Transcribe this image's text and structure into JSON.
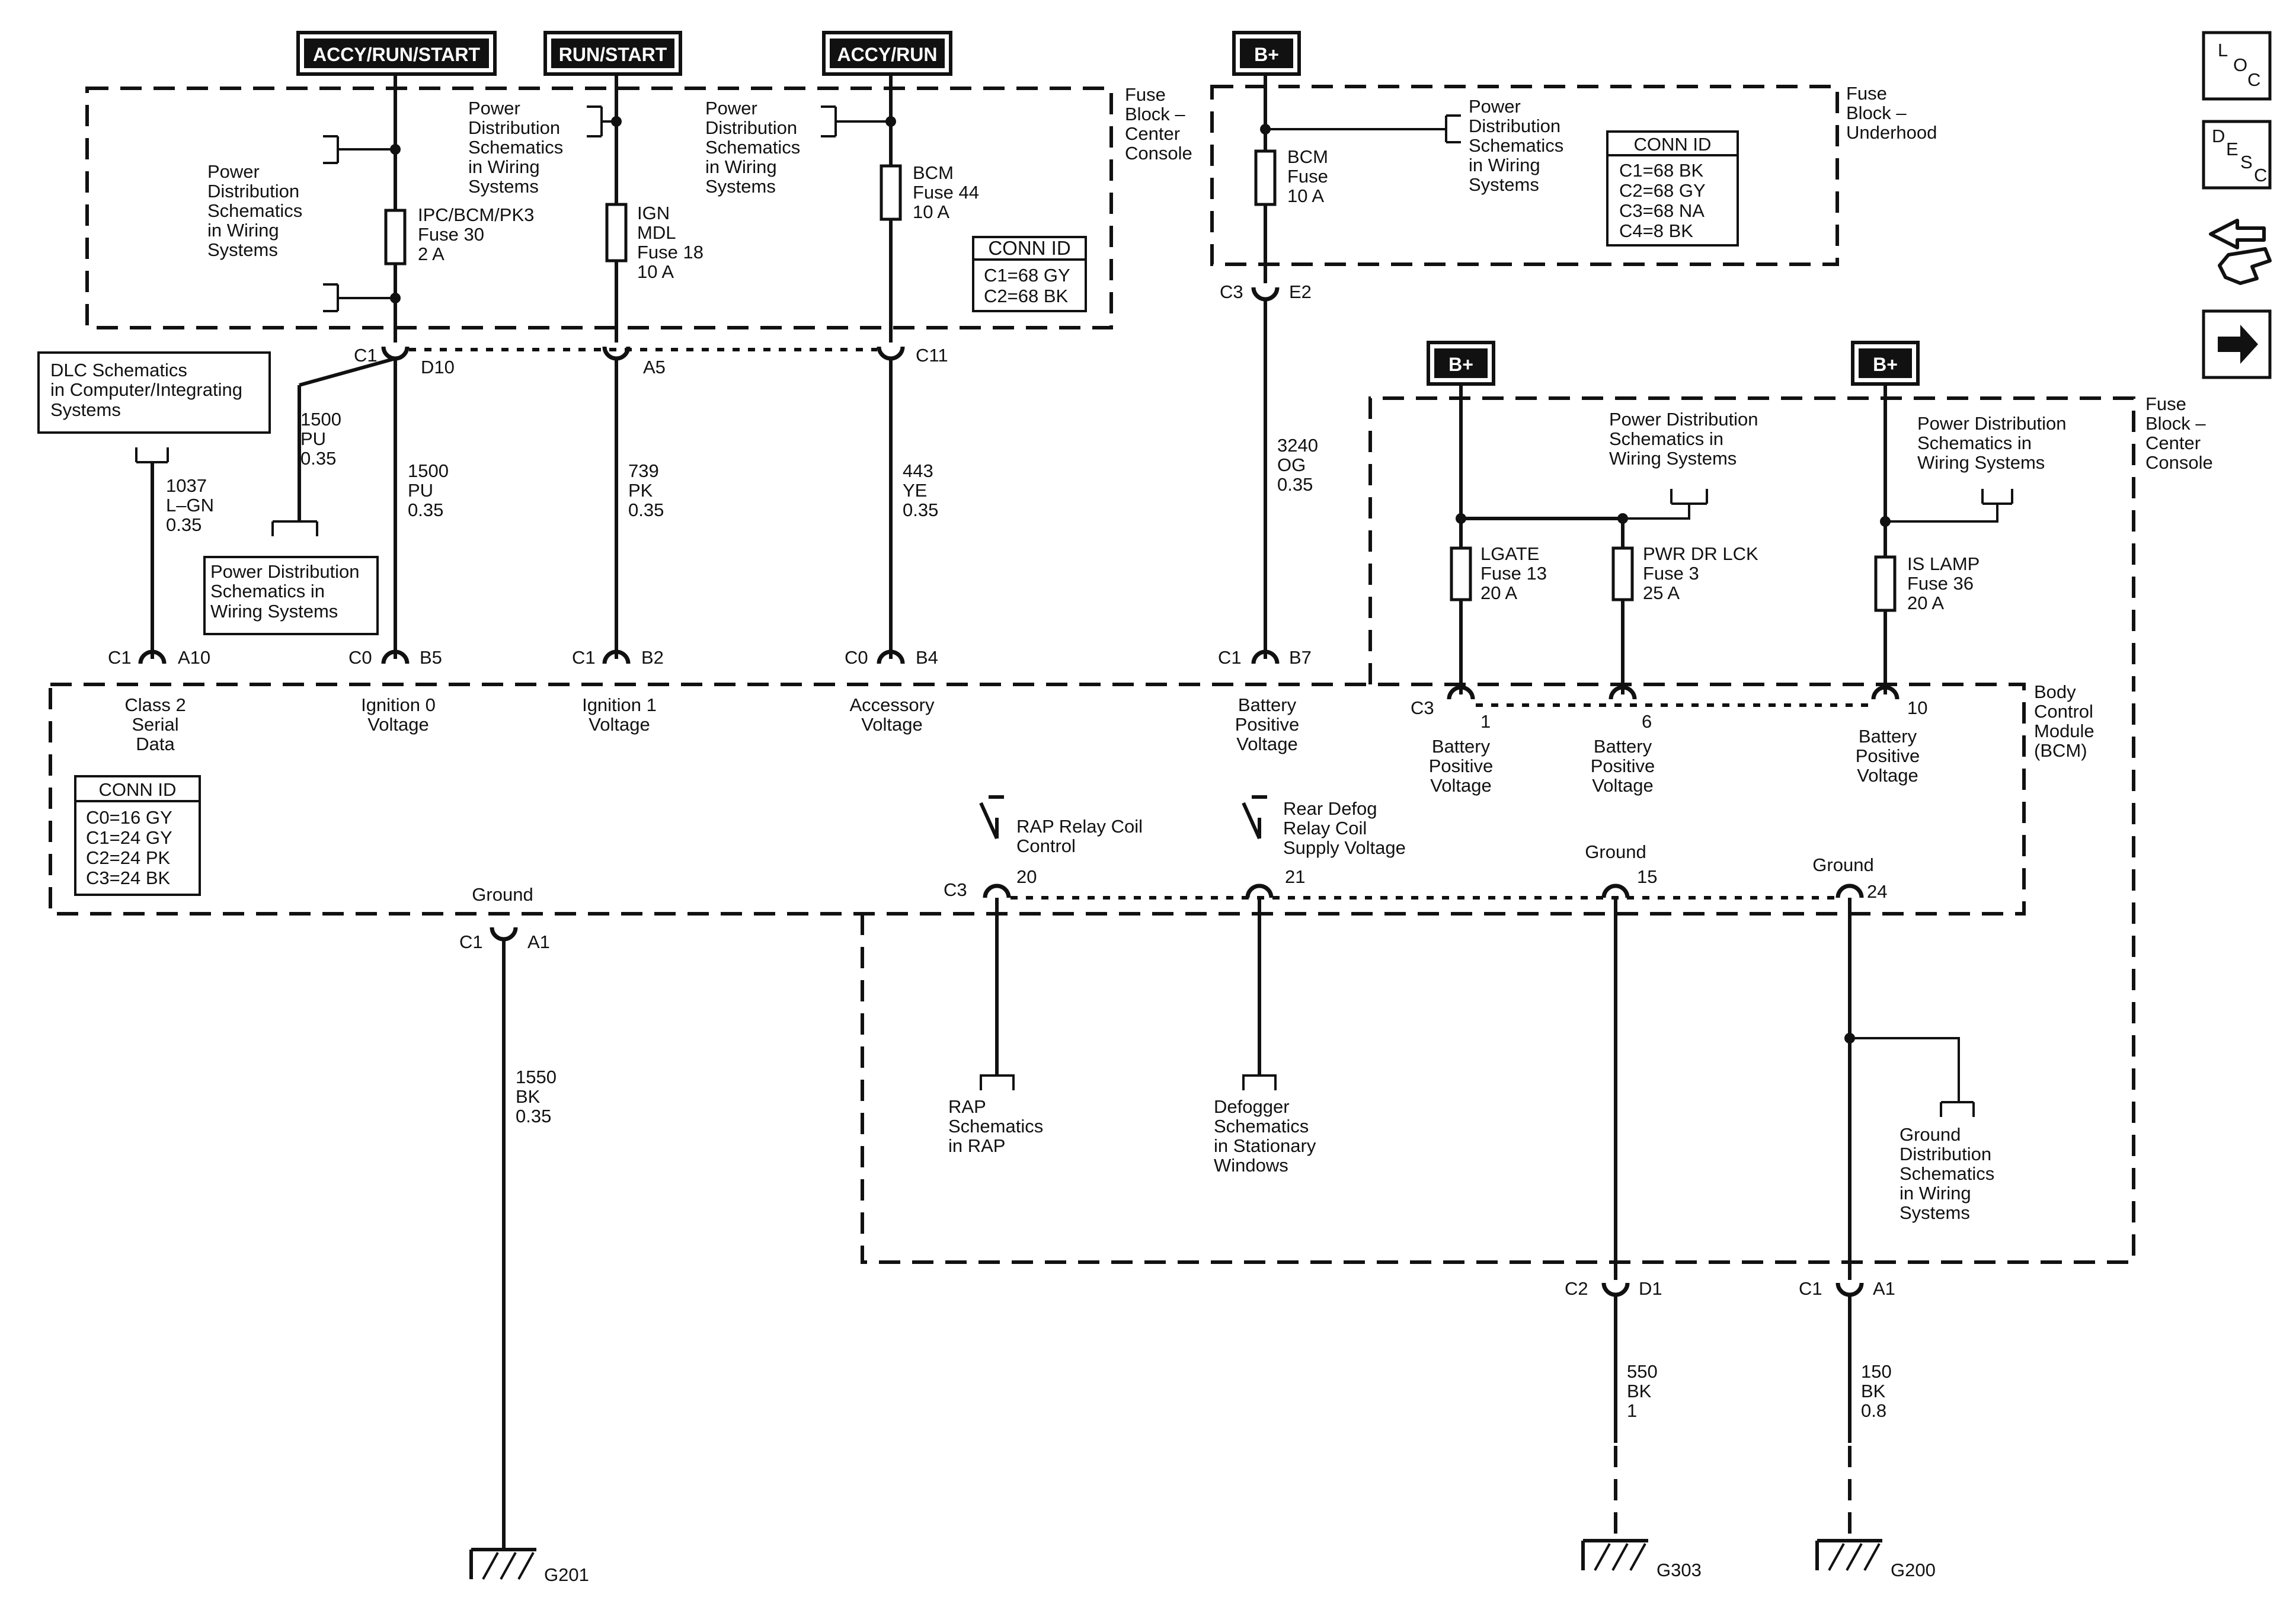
{
  "supplies": {
    "accy_run_start": "ACCY/RUN/START",
    "run_start": "RUN/START",
    "accy_run": "ACCY/RUN",
    "bplus": "B+"
  },
  "fuse_block_center": [
    "Fuse",
    "Block –",
    "Center",
    "Console"
  ],
  "fuse_block_center2": [
    "Fuse",
    "Block –",
    "Center",
    "Console"
  ],
  "fuse_block_underhood": [
    "Fuse",
    "Block –",
    "Underhood"
  ],
  "pds4": [
    "Power",
    "Distribution",
    "Schematics",
    "in Wiring",
    "Systems"
  ],
  "pds_ipc": [
    "Power",
    "Distribution",
    "Schematics",
    "in Wiring",
    "Systems"
  ],
  "pds_ign": [
    "Power",
    "Distribution",
    "Schematics",
    "in Wiring",
    "Systems"
  ],
  "pds_bcm": [
    "Power",
    "Distribution",
    "Schematics",
    "in Wiring",
    "Systems"
  ],
  "pds_bplus": [
    "Power",
    "Distribution",
    "Schematics",
    "in Wiring",
    "Systems"
  ],
  "pds_mid": [
    "Power Distribution",
    "Schematics in",
    "Wiring Systems"
  ],
  "pds_islamp": [
    "Power Distribution",
    "Schematics in",
    "Wiring Systems"
  ],
  "pds_box": [
    "Power Distribution",
    "Schematics in",
    "Wiring  Systems"
  ],
  "fuses": {
    "ipc": [
      "IPC/BCM/PK3",
      "Fuse 30",
      "2 A"
    ],
    "ign": [
      "IGN",
      "MDL",
      "Fuse 18",
      "10 A"
    ],
    "bcm44": [
      "BCM",
      "Fuse 44",
      "10 A"
    ],
    "bcm_bplus": [
      "BCM",
      "Fuse",
      "10 A"
    ],
    "lgate": [
      "LGATE",
      "Fuse 13",
      "20 A"
    ],
    "pwr": [
      "PWR DR LCK",
      "Fuse 3",
      "25 A"
    ],
    "islamp": [
      "IS LAMP",
      "Fuse 36",
      "20  A"
    ]
  },
  "conn_center": {
    "title": "CONN ID",
    "lines": [
      "C1=68 GY",
      "C2=68 BK"
    ]
  },
  "conn_underhood": {
    "title": "CONN ID",
    "lines": [
      "C1=68 BK",
      "C2=68 GY",
      "C3=68 NA",
      "C4=8 BK"
    ]
  },
  "conn_bcm": {
    "title": "CONN ID",
    "lines": [
      "C0=16 GY",
      "C1=24 GY",
      "C2=24 PK",
      "C3=24 BK"
    ]
  },
  "dlc": [
    "DLC Schematics",
    "in Computer/Integrating",
    "Systems"
  ],
  "wires": {
    "w1037": [
      "1037",
      "L–GN",
      "0.35"
    ],
    "w1500a": [
      "1500",
      "PU",
      "0.35"
    ],
    "w1500b": [
      "1500",
      "PU",
      "0.35"
    ],
    "w739": [
      "739",
      "PK",
      "0.35"
    ],
    "w443": [
      "443",
      "YE",
      "0.35"
    ],
    "w3240": [
      "3240",
      "OG",
      "0.35"
    ],
    "w1550": [
      "1550",
      "BK",
      "0.35"
    ],
    "w550": [
      "550",
      "BK",
      "1"
    ],
    "w150": [
      "150",
      "BK",
      "0.8"
    ]
  },
  "conn_labels": {
    "c1": "C1",
    "d10": "D10",
    "a5": "A5",
    "c11": "C11",
    "c3": "C3",
    "e2": "E2",
    "a10": "A10",
    "c0": "C0",
    "b5": "B5",
    "b2": "B2",
    "b4": "B4",
    "b7": "B7",
    "p1": "1",
    "p6": "6",
    "p10": "10",
    "p20": "20",
    "p21": "21",
    "p15": "15",
    "p24": "24",
    "a1": "A1",
    "c2": "C2",
    "d1": "D1"
  },
  "bcm_signals": {
    "class2": [
      "Class 2",
      "Serial",
      "Data"
    ],
    "ign0": [
      "Ignition 0",
      "Voltage"
    ],
    "ign1": [
      "Ignition 1",
      "Voltage"
    ],
    "accy": [
      "Accessory",
      "Voltage"
    ],
    "batt": [
      "Battery",
      "Positive",
      "Voltage"
    ],
    "batt1": [
      "Battery",
      "Positive",
      "Voltage"
    ],
    "batt6": [
      "Battery",
      "Positive",
      "Voltage"
    ],
    "batt10": [
      "Battery",
      "Positive",
      "Voltage"
    ],
    "rap": [
      "RAP Relay Coil",
      "Control"
    ],
    "defog": [
      "Rear Defog",
      "Relay Coil",
      "Supply Voltage"
    ],
    "ground": "Ground"
  },
  "bcm_name": [
    "Body",
    "Control",
    "Module",
    "(BCM)"
  ],
  "refs": {
    "rap": [
      "RAP",
      "Schematics",
      "in RAP"
    ],
    "defog": [
      "Defogger",
      "Schematics",
      "in Stationary",
      "Windows"
    ],
    "ground": [
      "Ground",
      "Distribution",
      "Schematics",
      "in Wiring",
      "Systems"
    ]
  },
  "grounds": {
    "g201": "G201",
    "g303": "G303",
    "g200": "G200"
  },
  "side_icons": {
    "loc": [
      "L",
      "O",
      "C"
    ],
    "desc": [
      "D",
      "E",
      "S",
      "C"
    ],
    "icon_a": "diagnostic-icon",
    "icon_b": "next-arrow-icon"
  }
}
